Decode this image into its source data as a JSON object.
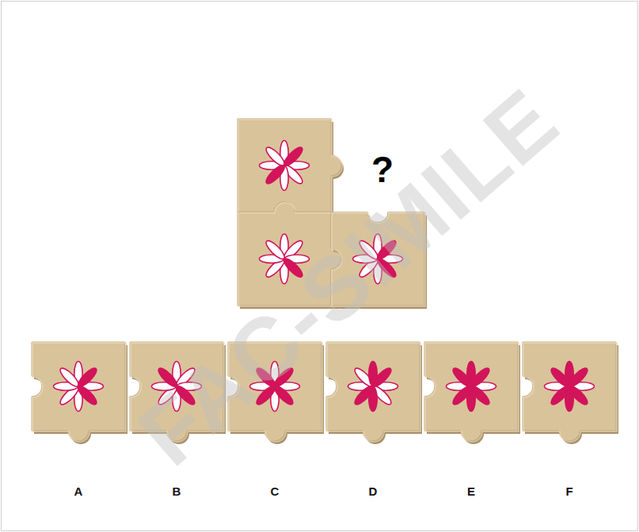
{
  "diagram": {
    "labels": [
      "?",
      "A",
      "B",
      "C",
      "D",
      "E",
      "F",
      "FAC-SIMILE"
    ]
  }
}
